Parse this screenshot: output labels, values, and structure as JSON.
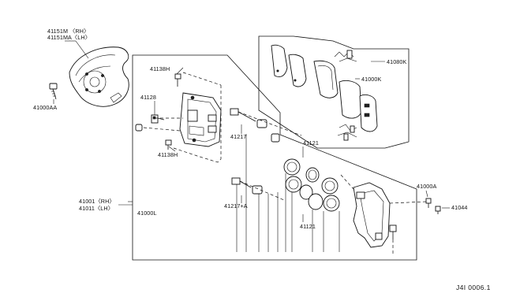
{
  "labels": {
    "shield_rh": "41151M 〈RH〉",
    "shield_lh": "41151MA〈LH〉",
    "bolt_shield": "41000AA",
    "bleeder_top": "41138H",
    "bleeder_bottom": "41138H",
    "bleeder_screw": "41128",
    "pin_upper": "41217",
    "pin_lower": "41217+A",
    "piston_seal_upper": "41121",
    "piston_seal_lower": "41121",
    "hardware_kit": "41080K",
    "pad_kit": "41000K",
    "caliper_rh": "41001〈RH〉",
    "caliper_lh": "41011〈LH〉",
    "caliper_body": "41000L",
    "bolt_bracket": "41000A",
    "bolt_bracket_2": "41044"
  },
  "diagram_code": "J4I 0006.1"
}
